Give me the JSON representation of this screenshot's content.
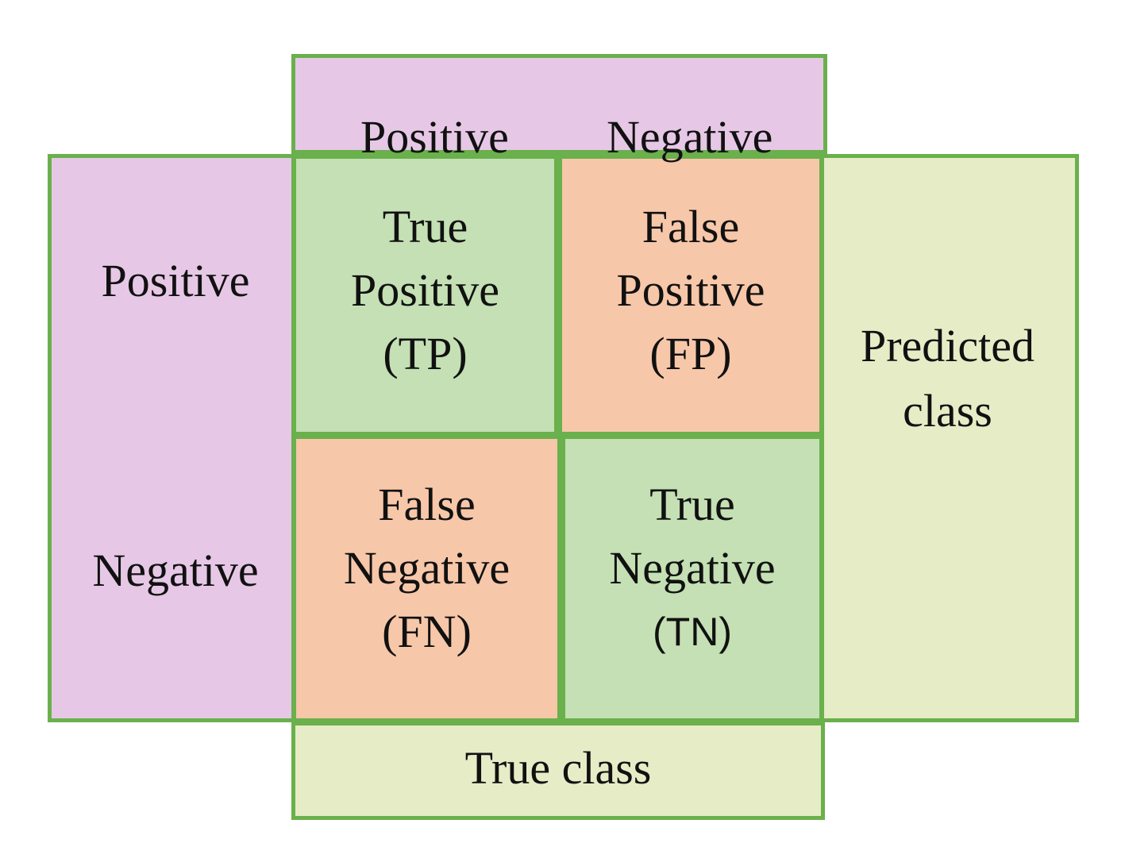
{
  "header": {
    "col_positive": "Positive",
    "col_negative": "Negative"
  },
  "side": {
    "row_positive": "Positive",
    "row_negative": "Negative"
  },
  "cells": {
    "tp": {
      "line1": "True",
      "line2": "Positive",
      "line3": "(TP)"
    },
    "fp": {
      "line1": "False",
      "line2": "Positive",
      "line3": "(FP)"
    },
    "fn": {
      "line1": "False",
      "line2": "Negative",
      "line3": "(FN)"
    },
    "tn": {
      "line1": "True",
      "line2": "Negative",
      "line3": "(TN)"
    }
  },
  "axis": {
    "predicted_line1": "Predicted",
    "predicted_line2": "class",
    "true_class": "True class"
  },
  "colors": {
    "border": "#6ab04c",
    "header_fill": "#e6c8e6",
    "true_fill": "#c4e0b4",
    "false_fill": "#f7c7a9",
    "axis_fill": "#e6ecc6"
  }
}
